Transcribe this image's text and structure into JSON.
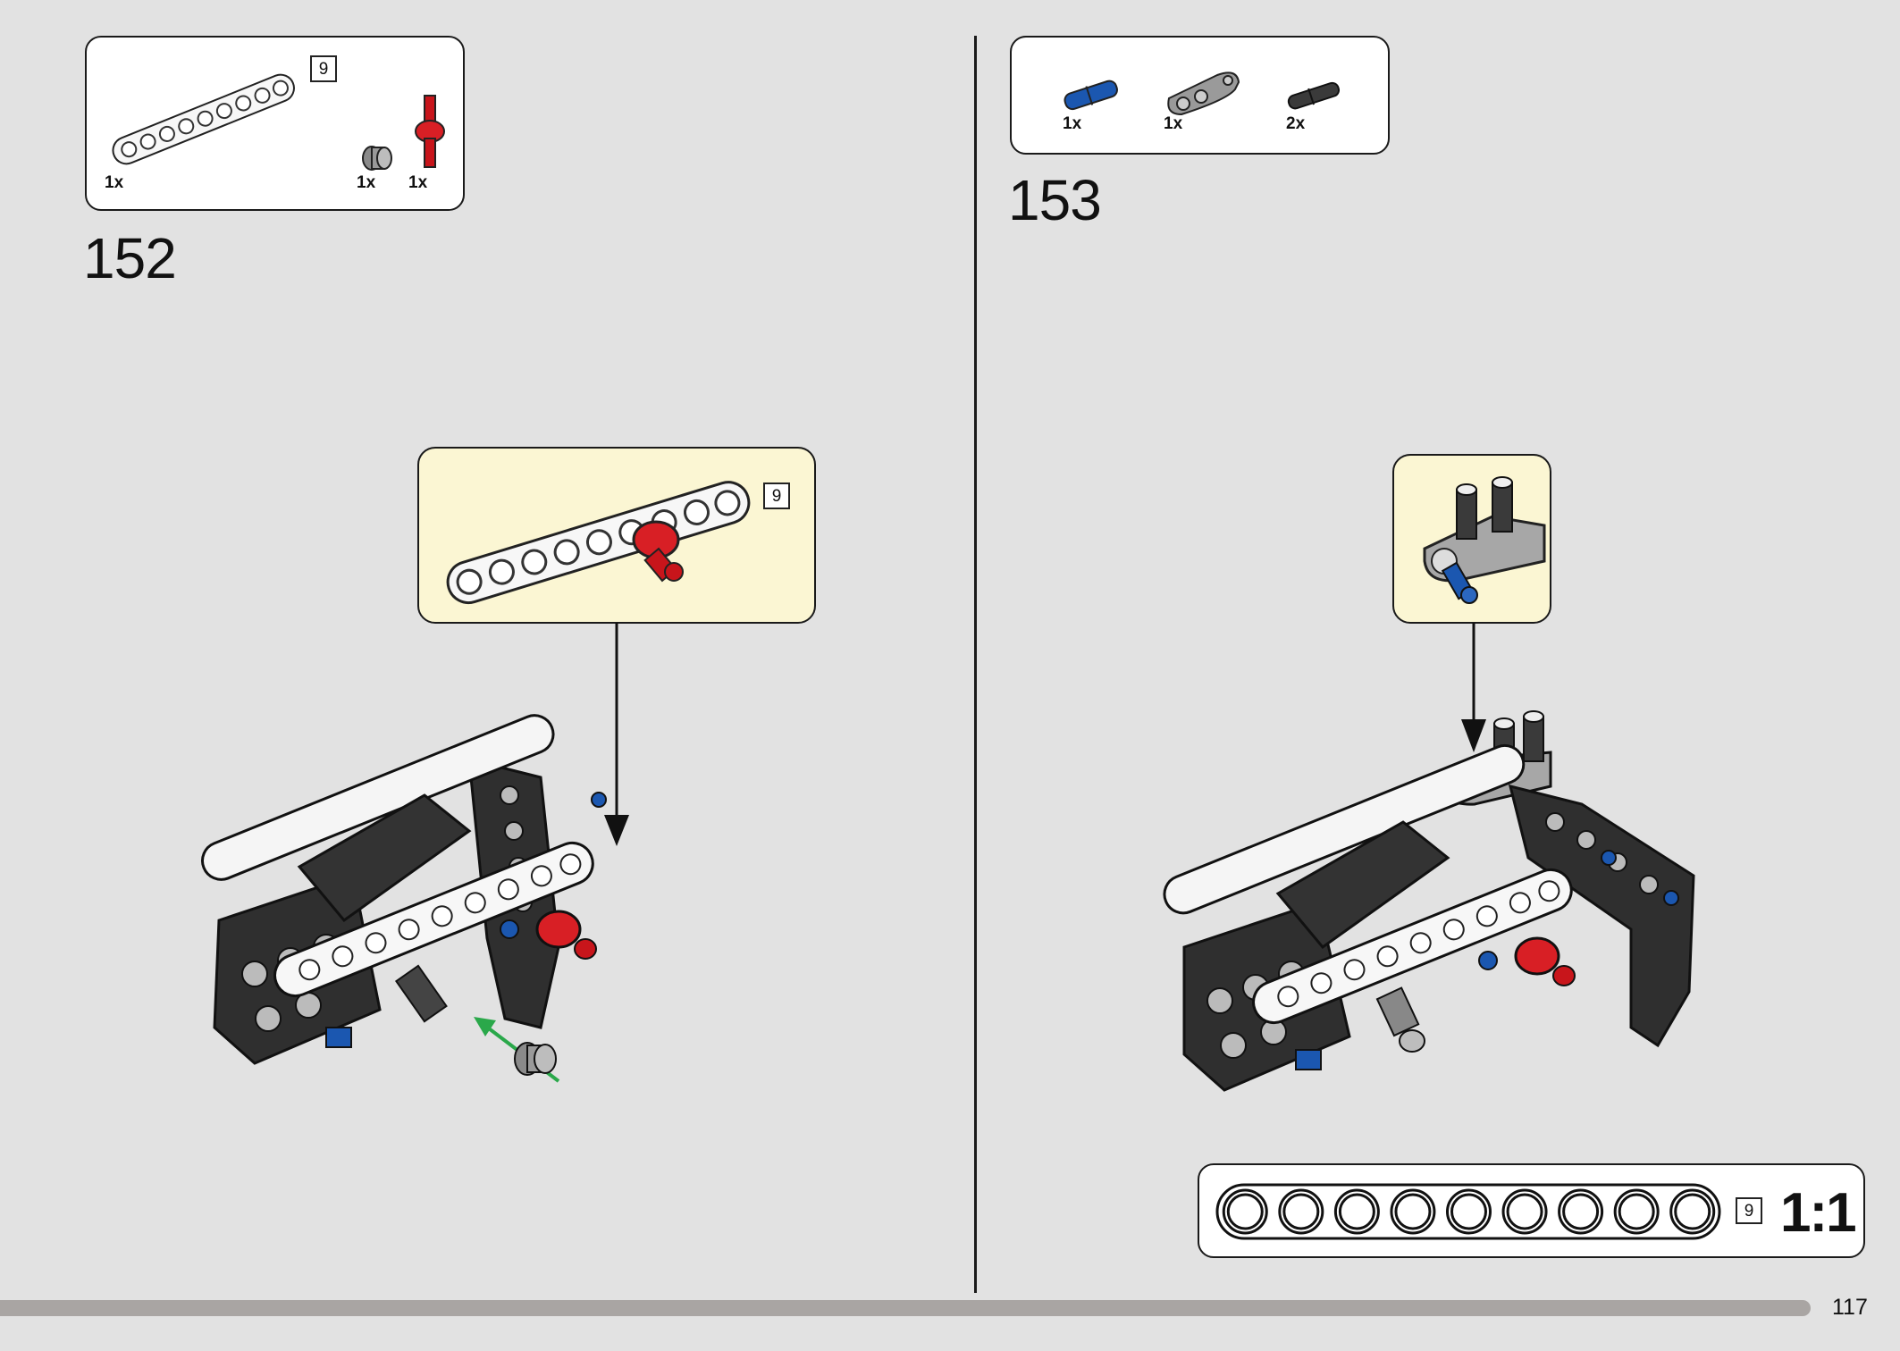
{
  "step152": {
    "number": "152",
    "parts_label": "9",
    "parts": [
      {
        "name": "beam-9",
        "qty": "1x"
      },
      {
        "name": "bush",
        "qty": "1x"
      },
      {
        "name": "axle-pin-red",
        "qty": "1x"
      }
    ],
    "callout_label": "9"
  },
  "step153": {
    "number": "153",
    "parts": [
      {
        "name": "pin-blue",
        "qty": "1x"
      },
      {
        "name": "angle-beam-grey",
        "qty": "1x"
      },
      {
        "name": "pin-black",
        "qty": "2x"
      }
    ]
  },
  "scale_box": {
    "label": "9",
    "ratio": "1:1",
    "holes": 9
  },
  "page_number": "117",
  "colors": {
    "background": "#e2e2e2",
    "callout": "#fbf6d3",
    "red_part": "#c8151b",
    "blue_part": "#1b57b0",
    "arrow_green": "#2aa84a"
  }
}
